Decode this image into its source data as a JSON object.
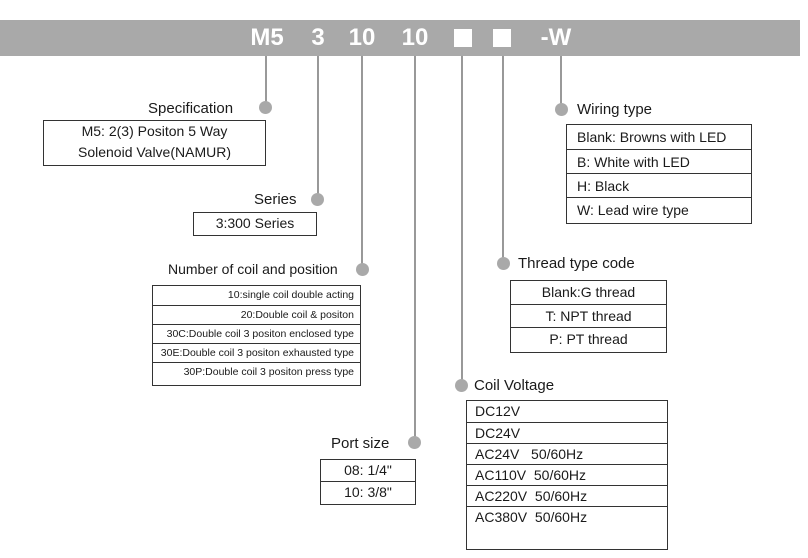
{
  "model_code": {
    "parts": [
      "M5",
      "3",
      "10",
      "10",
      "-W"
    ],
    "placeholders": 2
  },
  "colors": {
    "banner": "#a9a9a9",
    "connector": "#a9a9a9"
  },
  "specification": {
    "title": "Specification",
    "rows": [
      "M5: 2(3) Positon 5 Way",
      "Solenoid Valve(NAMUR)"
    ]
  },
  "series": {
    "title": "Series",
    "rows": [
      "3:300 Series"
    ]
  },
  "coil_position": {
    "title": "Number of coil and position",
    "rows": [
      "10:single coil double acting",
      "20:Double  coil & positon",
      "30C:Double coil 3 positon enclosed type",
      "30E:Double coil 3 positon exhausted type",
      "30P:Double coil 3 positon press type"
    ]
  },
  "port_size": {
    "title": "Port size",
    "rows": [
      "08: 1/4\"",
      "10: 3/8\""
    ]
  },
  "coil_voltage": {
    "title": "Coil Voltage",
    "rows": [
      "DC12V",
      "DC24V",
      "AC24V   50/60Hz",
      "AC110V  50/60Hz",
      "AC220V  50/60Hz",
      "AC380V  50/60Hz"
    ]
  },
  "thread_type": {
    "title": "Thread type code",
    "rows": [
      "Blank:G thread",
      "T: NPT thread",
      "P: PT thread"
    ]
  },
  "wiring_type": {
    "title": "Wiring type",
    "rows": [
      "Blank: Browns with LED",
      "B: White with LED",
      "H: Black",
      "W: Lead wire type"
    ]
  }
}
